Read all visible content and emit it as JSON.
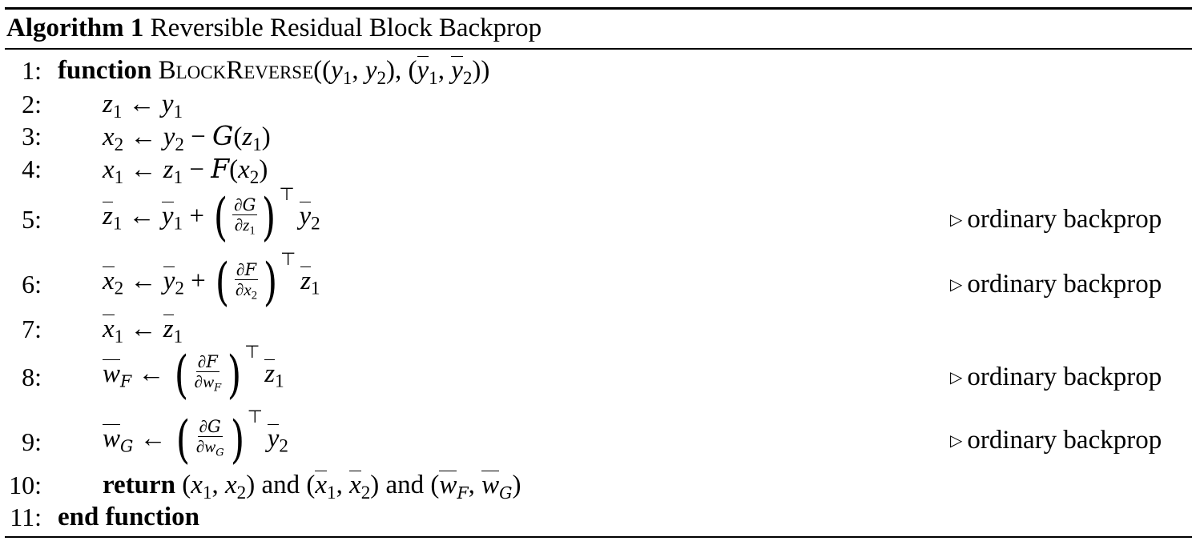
{
  "algorithm": {
    "label": "Algorithm 1",
    "title": "Reversible Residual Block Backprop"
  },
  "lines": [
    {
      "num": "1:",
      "keyword": "function",
      "name": "BlockReverse",
      "args": "((y1, y2), (ȳ1, ȳ2))"
    },
    {
      "num": "2:",
      "text": "z1 ← y1"
    },
    {
      "num": "3:",
      "text": "x2 ← y2 − G(z1)"
    },
    {
      "num": "4:",
      "text": "x1 ← z1 − F(x2)"
    },
    {
      "num": "5:",
      "text": "z̄1 ← ȳ1 + (∂G/∂z1)ᵀ ȳ2",
      "comment": "ordinary backprop"
    },
    {
      "num": "6:",
      "text": "x̄2 ← ȳ2 + (∂F/∂x2)ᵀ z̄1",
      "comment": "ordinary backprop"
    },
    {
      "num": "7:",
      "text": "x̄1 ← z̄1"
    },
    {
      "num": "8:",
      "text": "w̄F ← (∂F/∂wF)ᵀ z̄1",
      "comment": "ordinary backprop"
    },
    {
      "num": "9:",
      "text": "w̄G ← (∂G/∂wG)ᵀ ȳ2",
      "comment": "ordinary backprop"
    },
    {
      "num": "10:",
      "keyword": "return",
      "text": "(x1, x2) and (x̄1, x̄2) and (w̄F, w̄G)",
      "conj": "and"
    },
    {
      "num": "11:",
      "keyword": "end function"
    }
  ],
  "icons": {
    "comment_marker": "triangle-right-icon"
  }
}
